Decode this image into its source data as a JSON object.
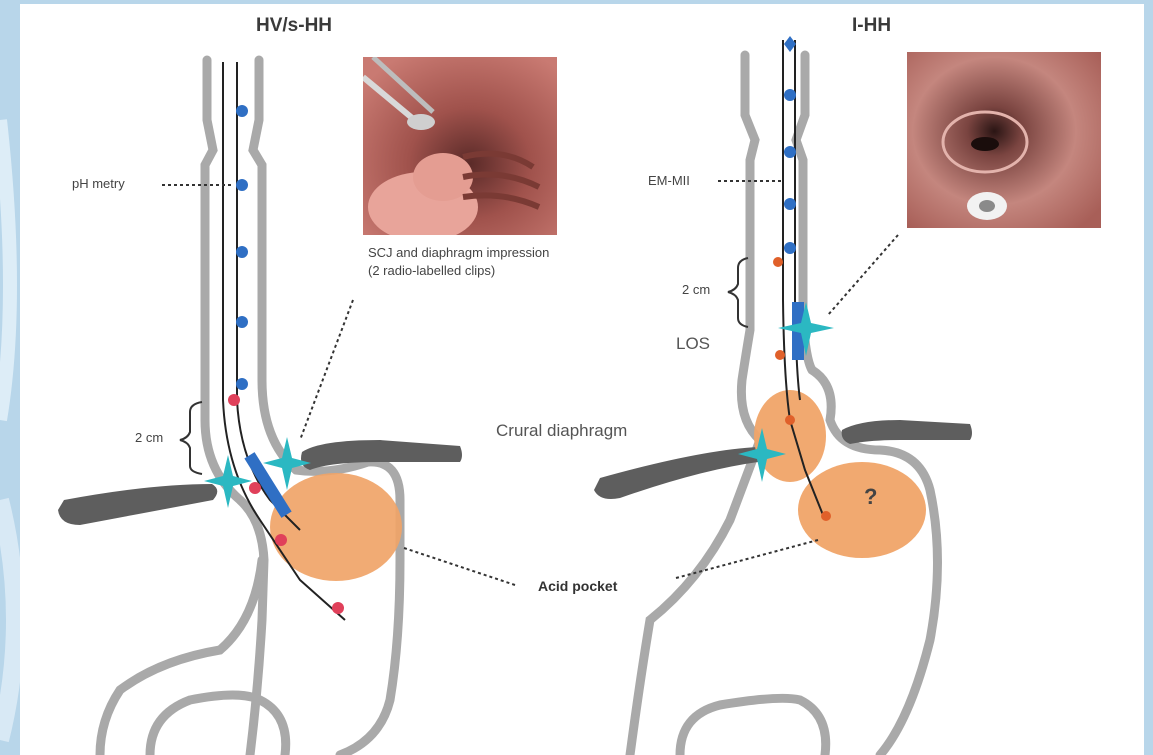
{
  "left_panel": {
    "title": "HV/s-HH",
    "probe_label": "pH metry",
    "photo_caption": "SCJ and diaphragm impression (2 radio-labelled clips)",
    "distance_label": "2 cm"
  },
  "right_panel": {
    "title": "I-HH",
    "probe_label": "EM-MII",
    "distance_label": "2 cm",
    "sphincter_label": "LOS",
    "pocket_marker": "?"
  },
  "shared": {
    "diaphragm_label": "Crural diaphragm",
    "acid_pocket_label": "Acid pocket"
  },
  "colors": {
    "organ_outline": "#a9a9a9",
    "diaphragm": "#5e5e5e",
    "acid_pocket": "#f0a468",
    "sensor_blue": "#2f6fc4",
    "sensor_red": "#e0405a",
    "marker_cyan": "#2bb8c2"
  }
}
